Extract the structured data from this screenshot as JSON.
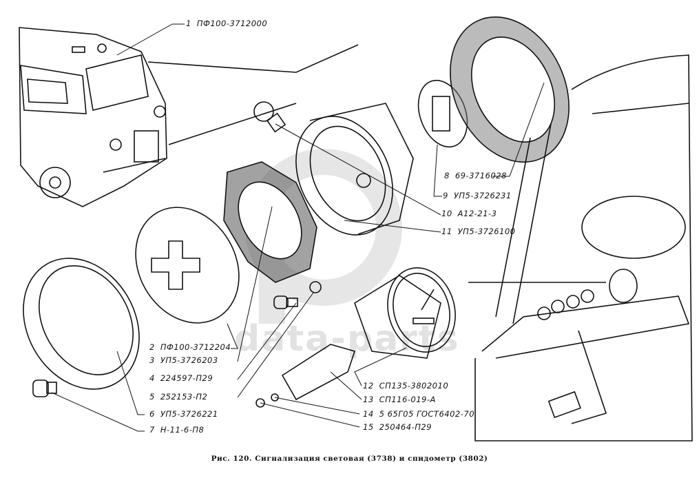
{
  "watermark": "data-parts",
  "callouts": [
    {
      "num": "1",
      "part": "ПФ100-3712000"
    },
    {
      "num": "2",
      "part": "ПФ100-3712204"
    },
    {
      "num": "3",
      "part": "УП5-3726203"
    },
    {
      "num": "4",
      "part": "224597-П29"
    },
    {
      "num": "5",
      "part": "252153-П2"
    },
    {
      "num": "6",
      "part": "УП5-3726221"
    },
    {
      "num": "7",
      "part": "Н-11-6-П8"
    },
    {
      "num": "8",
      "part": "69-3716028"
    },
    {
      "num": "9",
      "part": "УП5-3726231"
    },
    {
      "num": "10",
      "part": "А12-21-3"
    },
    {
      "num": "11",
      "part": "УП5-3726100"
    },
    {
      "num": "12",
      "part": "СП135-3802010"
    },
    {
      "num": "13",
      "part": "СП116-019-А"
    },
    {
      "num": "14",
      "part": "5 65Г05 ГОСТ6402-70"
    },
    {
      "num": "15",
      "part": "250464-П29"
    }
  ],
  "caption": "Рис. 120. Сигнализация световая (3738) и спидометр (3802)"
}
